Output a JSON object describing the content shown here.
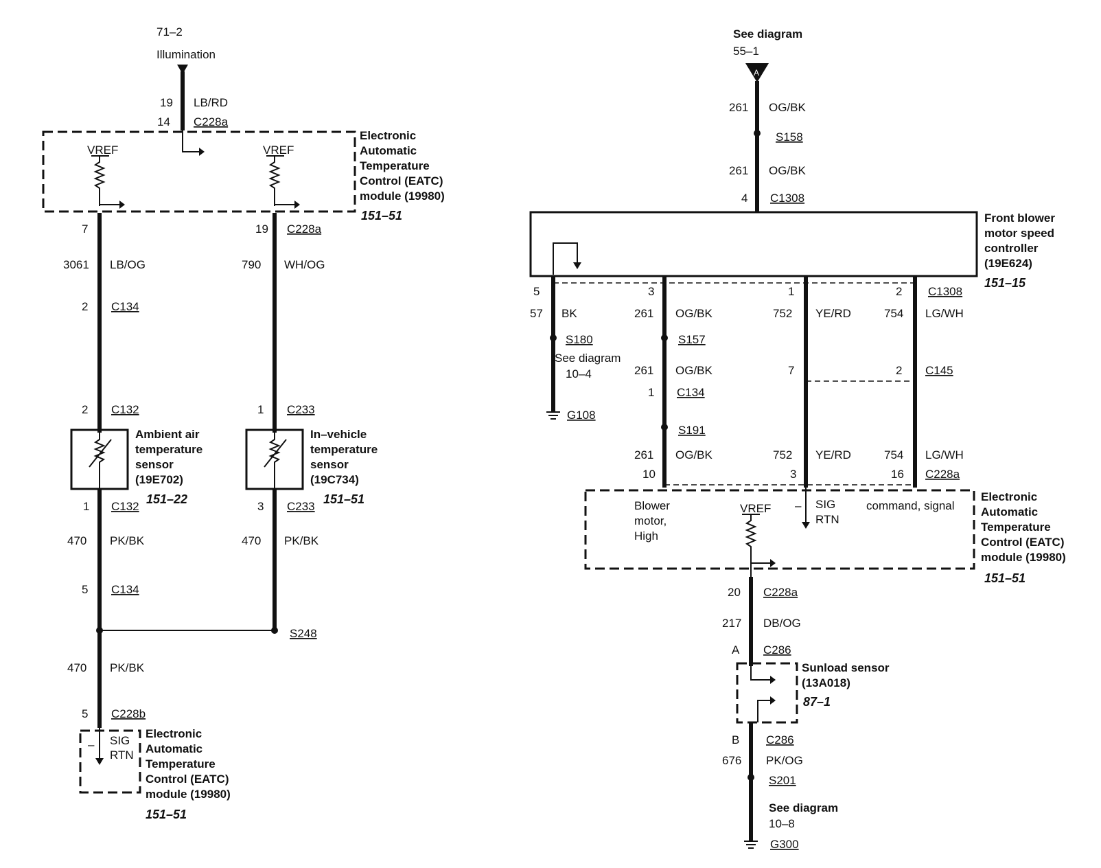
{
  "left": {
    "ref_top": "71–2",
    "illum": "Illumination",
    "w_top_circ": "19",
    "w_top_col": "LB/RD",
    "w_top_pin": "14",
    "w_top_conn": "C228a",
    "eatc1": [
      "Electronic",
      "Automatic",
      "Temperature",
      "Control (EATC)",
      "module (19980)"
    ],
    "eatc1_ref": "151–51",
    "vref": "VREF",
    "a_pin1": "7",
    "b_pin1": "19",
    "b_conn1": "C228a",
    "a_circ": "3061",
    "a_col": "LB/OG",
    "b_circ": "790",
    "b_col": "WH/OG",
    "a_pin2": "2",
    "a_conn2": "C134",
    "a_pin3": "2",
    "a_conn3": "C132",
    "b_pin3": "1",
    "b_conn3": "C233",
    "amb": [
      "Ambient air",
      "temperature",
      "sensor",
      "(19E702)"
    ],
    "amb_ref": "151–22",
    "inv": [
      "In–vehicle",
      "temperature",
      "sensor",
      "(19C734)"
    ],
    "inv_ref": "151–51",
    "a_pin4": "1",
    "a_conn4": "C132",
    "b_pin4": "3",
    "b_conn4": "C233",
    "a_circ2": "470",
    "a_col2": "PK/BK",
    "b_circ2": "470",
    "b_col2": "PK/BK",
    "a_pin5": "5",
    "a_conn5": "C134",
    "splice": "S248",
    "c_circ": "470",
    "c_col": "PK/BK",
    "c_pin": "5",
    "c_conn": "C228b",
    "sig": "SIG",
    "rtn": "RTN",
    "minus": "–",
    "eatc2": [
      "Electronic",
      "Automatic",
      "Temperature",
      "Control (EATC)",
      "module (19980)"
    ],
    "eatc2_ref": "151–51"
  },
  "right": {
    "see": "See diagram",
    "ref": "55–1",
    "a_label": "A",
    "circ1": "261",
    "col1": "OG/BK",
    "s158": "S158",
    "circ2": "261",
    "col2": "OG/BK",
    "pin4": "4",
    "c1308": "C1308",
    "ctrl": [
      "Front blower",
      "motor speed",
      "controller",
      "(19E624)"
    ],
    "ctrl_ref": "151–15",
    "p5": "5",
    "p3": "3",
    "p1": "1",
    "p2": "2",
    "c1308b": "C1308",
    "w57": "57",
    "bk": "BK",
    "w261a": "261",
    "ogbk_a": "OG/BK",
    "w752a": "752",
    "yerd_a": "YE/RD",
    "w754a": "754",
    "lgwh_a": "LG/WH",
    "s180": "S180",
    "see2": "See diagram",
    "ref2": "10–4",
    "g108": "G108",
    "s157": "S157",
    "w261b": "261",
    "ogbk_b": "OG/BK",
    "p7": "7",
    "p2b": "2",
    "c145": "C145",
    "p1b": "1",
    "c134": "C134",
    "s191": "S191",
    "w261c": "261",
    "ogbk_c": "OG/BK",
    "w752b": "752",
    "yerd_b": "YE/RD",
    "w754b": "754",
    "lgwh_b": "LG/WH",
    "p10": "10",
    "p3b": "3",
    "p16": "16",
    "c228a": "C228a",
    "blower": [
      "Blower",
      "motor,",
      "High"
    ],
    "vref": "VREF",
    "minus": "–",
    "sig": "SIG",
    "rtn": "RTN",
    "cmd": "command, signal",
    "eatc": [
      "Electronic",
      "Automatic",
      "Temperature",
      "Control (EATC)",
      "module (19980)"
    ],
    "eatc_ref": "151–51",
    "p20": "20",
    "c228a2": "C228a",
    "w217": "217",
    "dbog": "DB/OG",
    "pA": "A",
    "c286": "C286",
    "sun": [
      "Sunload sensor",
      "(13A018)"
    ],
    "sun_ref": "87–1",
    "pB": "B",
    "c286b": "C286",
    "w676": "676",
    "pkog": "PK/OG",
    "s201": "S201",
    "see3": "See diagram",
    "ref3": "10–8",
    "g300": "G300"
  }
}
